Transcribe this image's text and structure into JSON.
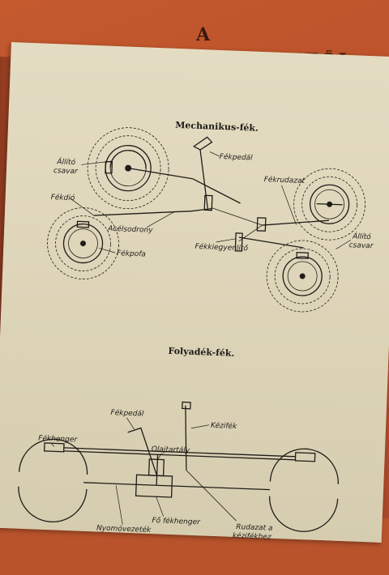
{
  "cover": {
    "title_line1": "A",
    "title_line2": "GÉPKOCSIVEZETŐI"
  },
  "mechanical": {
    "heading": "Mechanikus-fék.",
    "labels": {
      "allito_csavar_left_1": "Állító",
      "allito_csavar_left_2": "csavar",
      "fekpedal": "Fékpedál",
      "fekrudazat": "Fékrudazat",
      "fekdio": "Fékdió",
      "acelsodrony": "Acélsodrony",
      "fekkiegyenlito": "Fékkiegyenlítő",
      "allito_csavar_right_1": "Állító",
      "allito_csavar_right_2": "csavar",
      "fekpofa": "Fékpofa"
    }
  },
  "hydraulic": {
    "heading": "Folyadék-fék.",
    "labels": {
      "fekpedal": "Fékpedál",
      "kezifek": "Kézifék",
      "fekhenger": "Fékhenger",
      "olajtartaly": "Olajtartály",
      "fo_fekhenger": "Fő fékhenger",
      "rudazat_1": "Rudazat a",
      "rudazat_2": "kézifékhez",
      "nyomo": "Nyomóvezeték"
    }
  },
  "colors": {
    "cover": "#b9502a",
    "paper": "#ddd4b8",
    "ink": "#1f1c18"
  }
}
